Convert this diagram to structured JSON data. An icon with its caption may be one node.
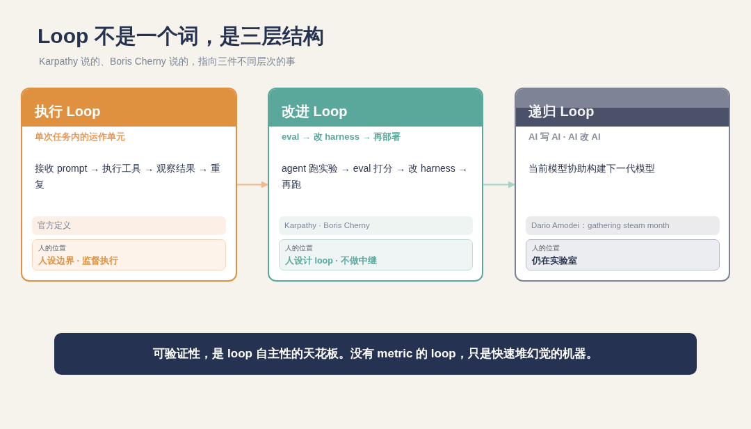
{
  "diagram": {
    "title": "Loop 不是一个词，是三层结构",
    "nodes": [
      {
        "text": [
          "执行 Loop",
          "单次任务内的运作单元",
          "接收 prompt → 执行工具 → 观察结果 → 重复"
        ]
      },
      {
        "text": [
          "官方定义"
        ],
        "in": 0
      },
      {
        "text": [
          "人的位置",
          "人设边界 · 监督执行"
        ],
        "in": 0
      },
      {
        "text": [
          "改进 Loop",
          "eval → 改 harness → 再部署",
          "agent 跑实验 → eval 打分 → 改 harness → 再跑"
        ]
      },
      {
        "text": [
          "Karpathy · Boris Cherny"
        ],
        "in": 3
      },
      {
        "text": [
          "人的位置",
          "人设计 loop · 不做中继"
        ],
        "in": 3
      },
      {
        "text": [
          "递归 Loop",
          "AI 写 AI · AI 改 AI",
          "当前模型协助构建下一代模型"
        ]
      },
      {
        "text": [
          "Dario Amodei：gathering steam month"
        ],
        "in": 6
      },
      {
        "text": [
          "人的位置",
          "仍在实验室"
        ],
        "in": 6
      },
      {
        "text": [
          "可验证性，是 loop 自主性的天花板。没有 metric 的 loop，只是快速堆幻觉的机器。"
        ]
      }
    ],
    "edges": [
      {
        "from": 0,
        "to": 3,
        "arrow": "to",
        "color": "#f0b98c"
      },
      {
        "from": 3,
        "to": 6,
        "arrow": "to",
        "color": "#a3d3cb"
      }
    ],
    "labels": [
      "Karpathy 说的、Boris Cherny 说的，指向三件不同层次的事"
    ]
  }
}
